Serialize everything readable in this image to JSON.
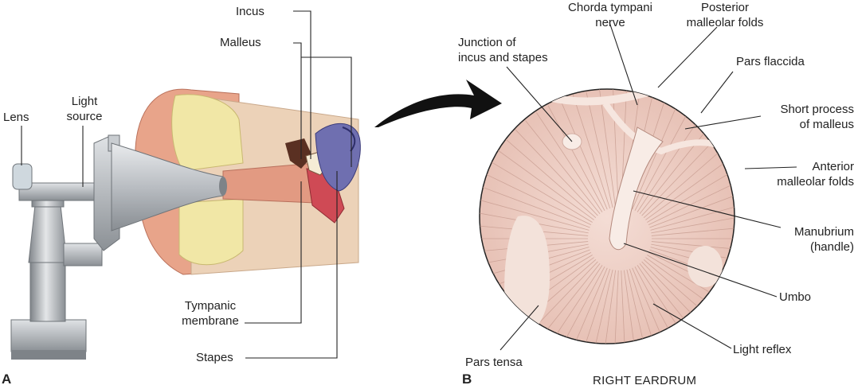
{
  "panels": {
    "a": "A",
    "b": "B"
  },
  "labels_a": {
    "lens": "Lens",
    "light_source": [
      "Light",
      "source"
    ],
    "incus": "Incus",
    "malleus": "Malleus",
    "tympanic_membrane": [
      "Tympanic",
      "membrane"
    ],
    "stapes": "Stapes"
  },
  "labels_b": {
    "junction": [
      "Junction of",
      "incus and stapes"
    ],
    "chorda_tympani": [
      "Chorda tympani",
      "nerve"
    ],
    "posterior_folds": [
      "Posterior",
      "malleolar folds"
    ],
    "pars_flaccida": "Pars flaccida",
    "short_process": [
      "Short process",
      "of malleus"
    ],
    "anterior_folds": [
      "Anterior",
      "malleolar folds"
    ],
    "manubrium": [
      "Manubrium",
      "(handle)"
    ],
    "umbo": "Umbo",
    "light_reflex": "Light reflex",
    "pars_tensa": "Pars tensa"
  },
  "caption": "RIGHT EARDRUM",
  "colors": {
    "otoscope_gray": "#9ea3a8",
    "ear_skin": "#e8a48a",
    "bone": "#f1e7a6",
    "tympanic_red": "#cf4a55",
    "eardrum_pink": "#efd4cc",
    "cochlea_blue": "#6f6fb0"
  }
}
